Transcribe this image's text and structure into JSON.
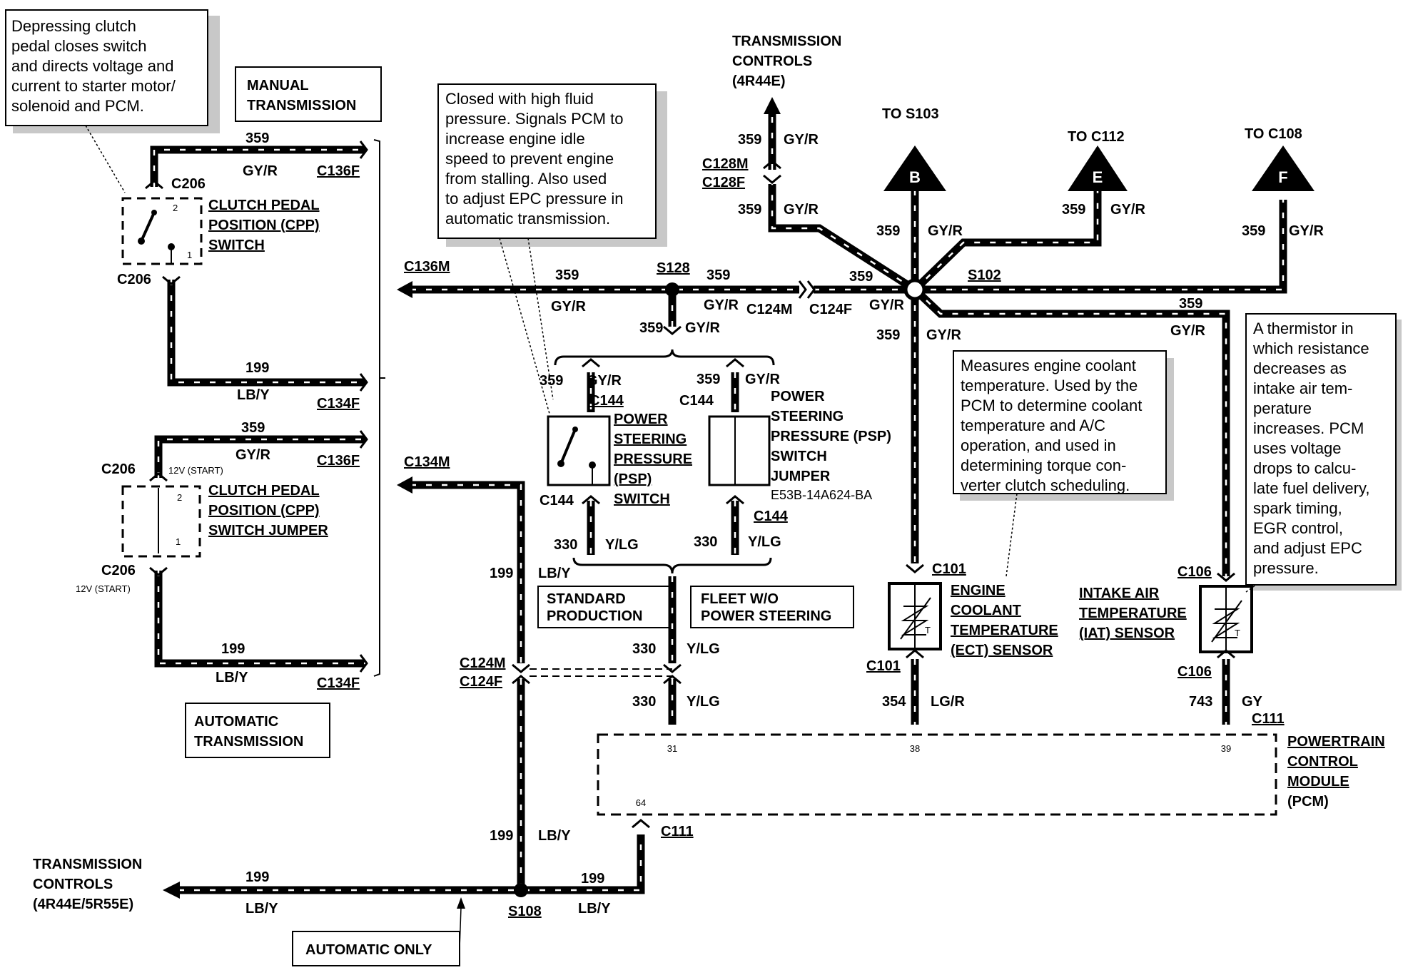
{
  "notes": {
    "clutch_switch": [
      "Depressing clutch",
      "pedal closes switch",
      "and directs voltage and",
      "current to starter motor/",
      "solenoid and PCM."
    ],
    "psp_switch": [
      "Closed with high fluid",
      "pressure.  Signals PCM to",
      "increase engine idle",
      "speed to prevent engine",
      "from stalling.  Also used",
      "to adjust EPC pressure in",
      "automatic transmission."
    ],
    "ect_sensor": [
      "Measures engine coolant",
      "temperature.  Used by the",
      "PCM to determine coolant",
      "temperature and A/C",
      "operation, and used in",
      "determining torque con-",
      "verter clutch scheduling."
    ],
    "iat_sensor": [
      "A thermistor in",
      "which resistance",
      "decreases as",
      "intake air tem-",
      "perature",
      "increases. PCM",
      "uses voltage",
      "drops to calcu-",
      "late fuel delivery,",
      "spark timing,",
      "EGR control,",
      "and adjust EPC",
      "pressure."
    ]
  },
  "boxes": {
    "manual": [
      "MANUAL",
      "TRANSMISSION"
    ],
    "automatic": [
      "AUTOMATIC",
      "TRANSMISSION"
    ],
    "standard": [
      "STANDARD",
      "PRODUCTION"
    ],
    "fleet": [
      "FLEET W/O",
      "POWER STEERING"
    ],
    "automatic_only": "AUTOMATIC ONLY"
  },
  "headers": {
    "trans_controls_top": [
      "TRANSMISSION",
      "CONTROLS",
      "(4R44E)"
    ],
    "trans_controls_bottom": [
      "TRANSMISSION",
      "CONTROLS",
      "(4R44E/5R55E)"
    ],
    "to_s103": "TO S103",
    "to_c112": "TO C112",
    "to_c108": "TO C108"
  },
  "arrows": {
    "b": "B",
    "e": "E",
    "f": "F"
  },
  "components": {
    "cpp_switch": [
      "CLUTCH PEDAL",
      "POSITION (CPP)",
      "SWITCH"
    ],
    "cpp_jumper": [
      "CLUTCH PEDAL",
      "POSITION (CPP)",
      "SWITCH JUMPER"
    ],
    "psp_switch": [
      "POWER",
      "STEERING",
      "PRESSURE",
      "(PSP)",
      "SWITCH"
    ],
    "psp_jumper": [
      "POWER",
      "STEERING",
      "PRESSURE (PSP)",
      "SWITCH",
      "JUMPER"
    ],
    "psp_jumper_part": "E53B-14A624-BA",
    "ect_sensor": [
      "ENGINE",
      "COOLANT",
      "TEMPERATURE",
      "(ECT) SENSOR"
    ],
    "iat_sensor": [
      "INTAKE AIR",
      "TEMPERATURE",
      "(IAT) SENSOR"
    ],
    "pcm": [
      "POWERTRAIN",
      "CONTROL",
      "MODULE",
      "(PCM)"
    ]
  },
  "connectors": {
    "c206": "C206",
    "c136f": "C136F",
    "c134f": "C134F",
    "c136m": "C136M",
    "c134m": "C134M",
    "c128m": "C128M",
    "c128f": "C128F",
    "c124m": "C124M",
    "c124f": "C124F",
    "c144": "C144",
    "c101": "C101",
    "c106": "C106",
    "c111": "C111",
    "s128": "S128",
    "s102": "S102",
    "s108": "S108"
  },
  "wires": {
    "c359": "359",
    "gyr": "GY/R",
    "c199": "199",
    "lby": "LB/Y",
    "c330": "330",
    "ylg": "Y/LG",
    "c354": "354",
    "lgr": "LG/R",
    "c743": "743",
    "gy": "GY"
  },
  "pins": {
    "p1": "1",
    "p2": "2",
    "start": "12V (START)",
    "pcm31": "31",
    "pcm38": "38",
    "pcm39": "39",
    "pcm64": "64",
    "t": "T"
  }
}
